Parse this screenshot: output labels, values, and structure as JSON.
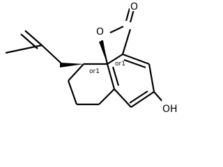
{
  "molecule": {
    "atoms": {
      "ring_oxygen": "O",
      "carbonyl_oxygen": "O",
      "hydroxyl": "OH"
    },
    "stereo_labels": [
      "or1",
      "or1"
    ]
  }
}
